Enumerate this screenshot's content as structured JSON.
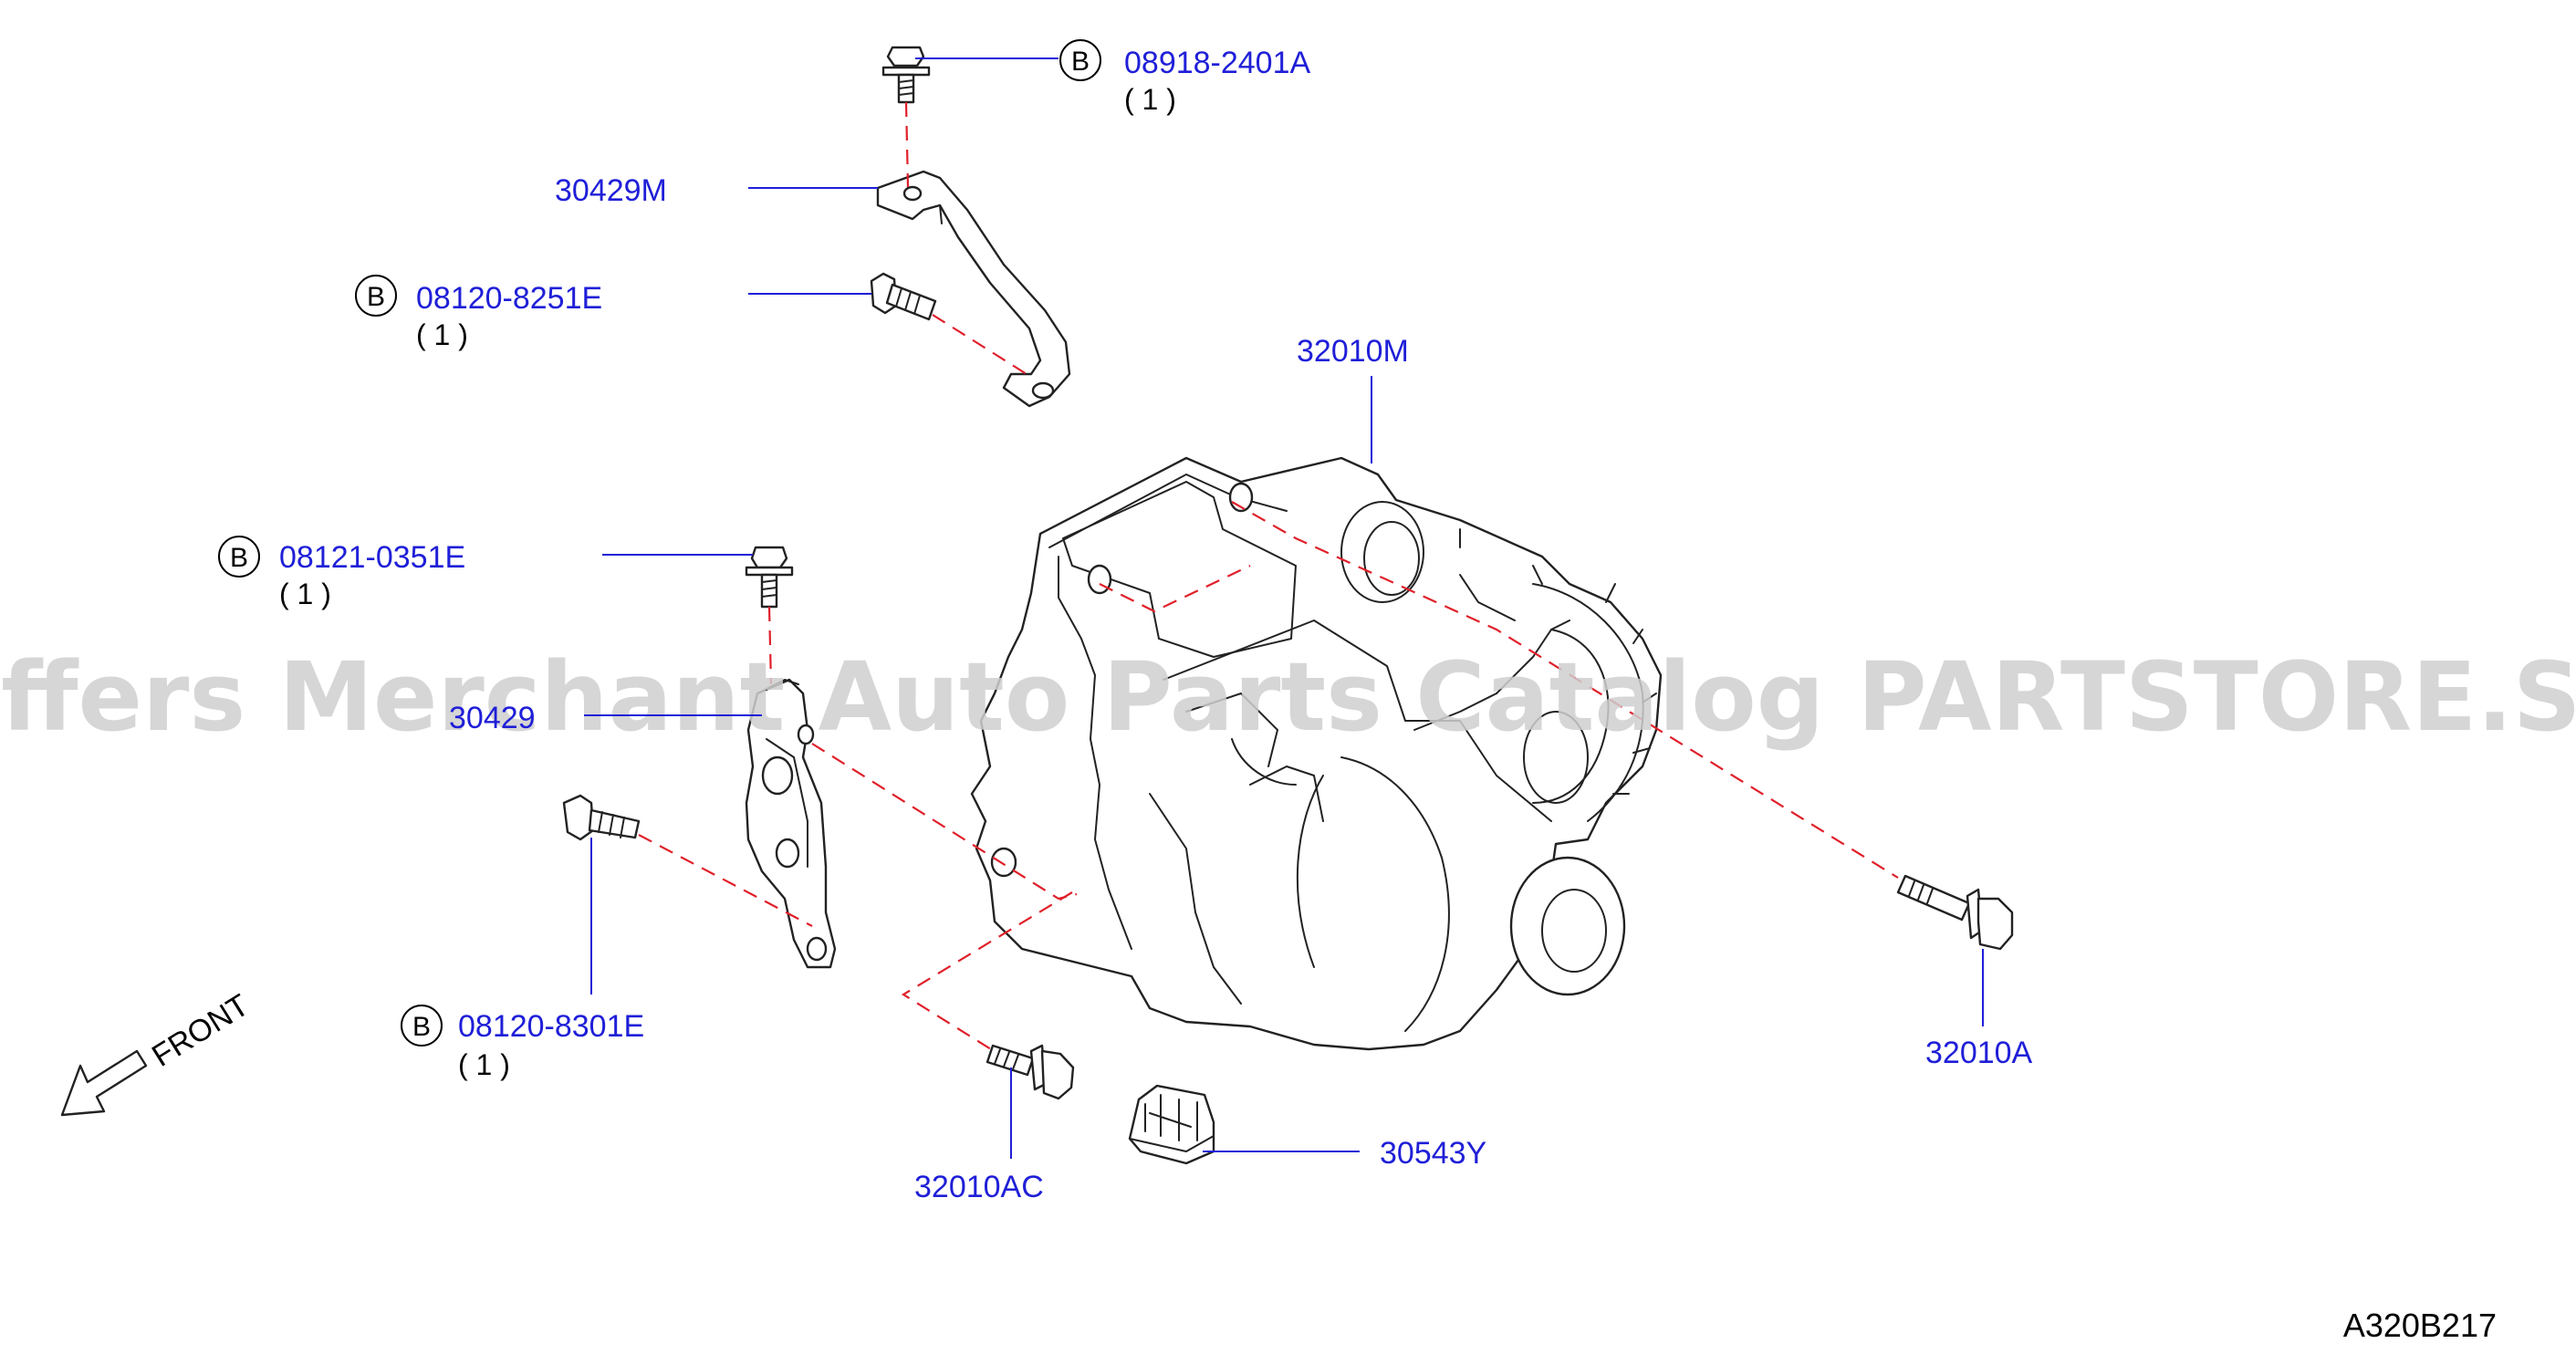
{
  "diagram": {
    "catalog_code": "A320B217",
    "watermark": "Offers Merchant Auto Parts Catalog PARTSTORE.SA",
    "front_label": "FRONT",
    "callouts": [
      {
        "id": "bolt-top",
        "part_number": "08918-2401A",
        "badge": "B",
        "quantity": "( 1 )"
      },
      {
        "id": "bracket-top",
        "part_number": "30429M"
      },
      {
        "id": "bolt-bracket",
        "part_number": "08120-8251E",
        "badge": "B",
        "quantity": "( 1 )"
      },
      {
        "id": "transmission",
        "part_number": "32010M"
      },
      {
        "id": "bolt-mid",
        "part_number": "08121-0351E",
        "badge": "B",
        "quantity": "( 1 )"
      },
      {
        "id": "bracket-lower",
        "part_number": "30429"
      },
      {
        "id": "bolt-lower",
        "part_number": "08120-8301E",
        "badge": "B",
        "quantity": "( 1 )"
      },
      {
        "id": "long-bolt",
        "part_number": "32010A"
      },
      {
        "id": "bolt-bottom",
        "part_number": "32010AC"
      },
      {
        "id": "clip",
        "part_number": "30543Y"
      }
    ]
  }
}
